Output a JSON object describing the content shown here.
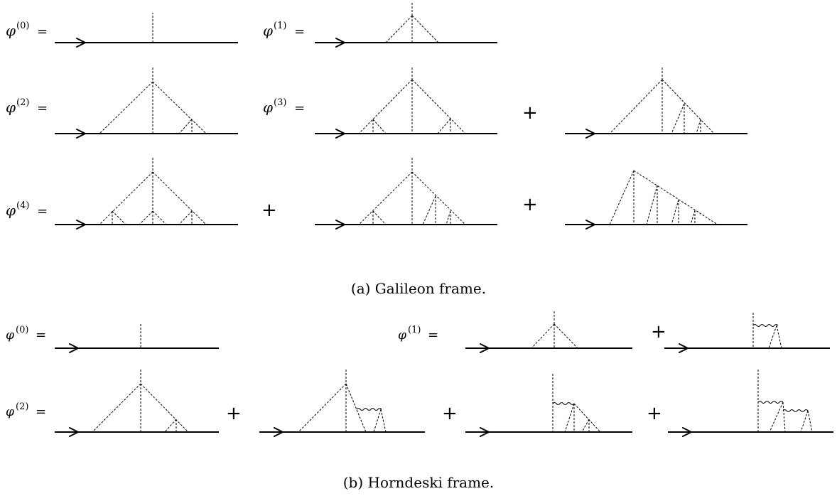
{
  "symbols": {
    "phi": "φ",
    "equals": "=",
    "plus": "+"
  },
  "orders": {
    "o0": "(0)",
    "o1": "(1)",
    "o2": "(2)",
    "o3": "(3)",
    "o4": "(4)"
  },
  "captions": {
    "galileon": "(a) Galileon frame.",
    "horndeski": "(b) Horndeski frame."
  }
}
